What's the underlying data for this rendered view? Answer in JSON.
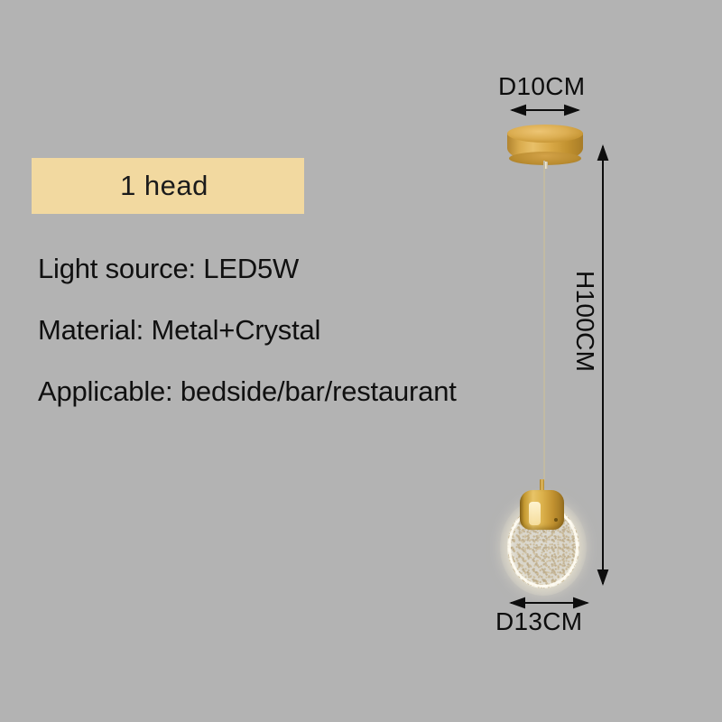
{
  "background_color": "#b3b3b3",
  "banner": {
    "label": "1 head",
    "background_color": "#f2d9a0",
    "text_color": "#1b1b1b"
  },
  "specs": [
    "Light source: LED5W",
    "Material: Metal+Crystal",
    "Applicable: bedside/bar/restaurant"
  ],
  "dimensions": {
    "canopy_diameter": "D10CM",
    "total_height": "H100CM",
    "shade_diameter": "D13CM"
  },
  "product": {
    "metal_color": "#d9ab4d",
    "crystal_color": "#fdf6e3",
    "cord_color": "#ded7bd"
  }
}
